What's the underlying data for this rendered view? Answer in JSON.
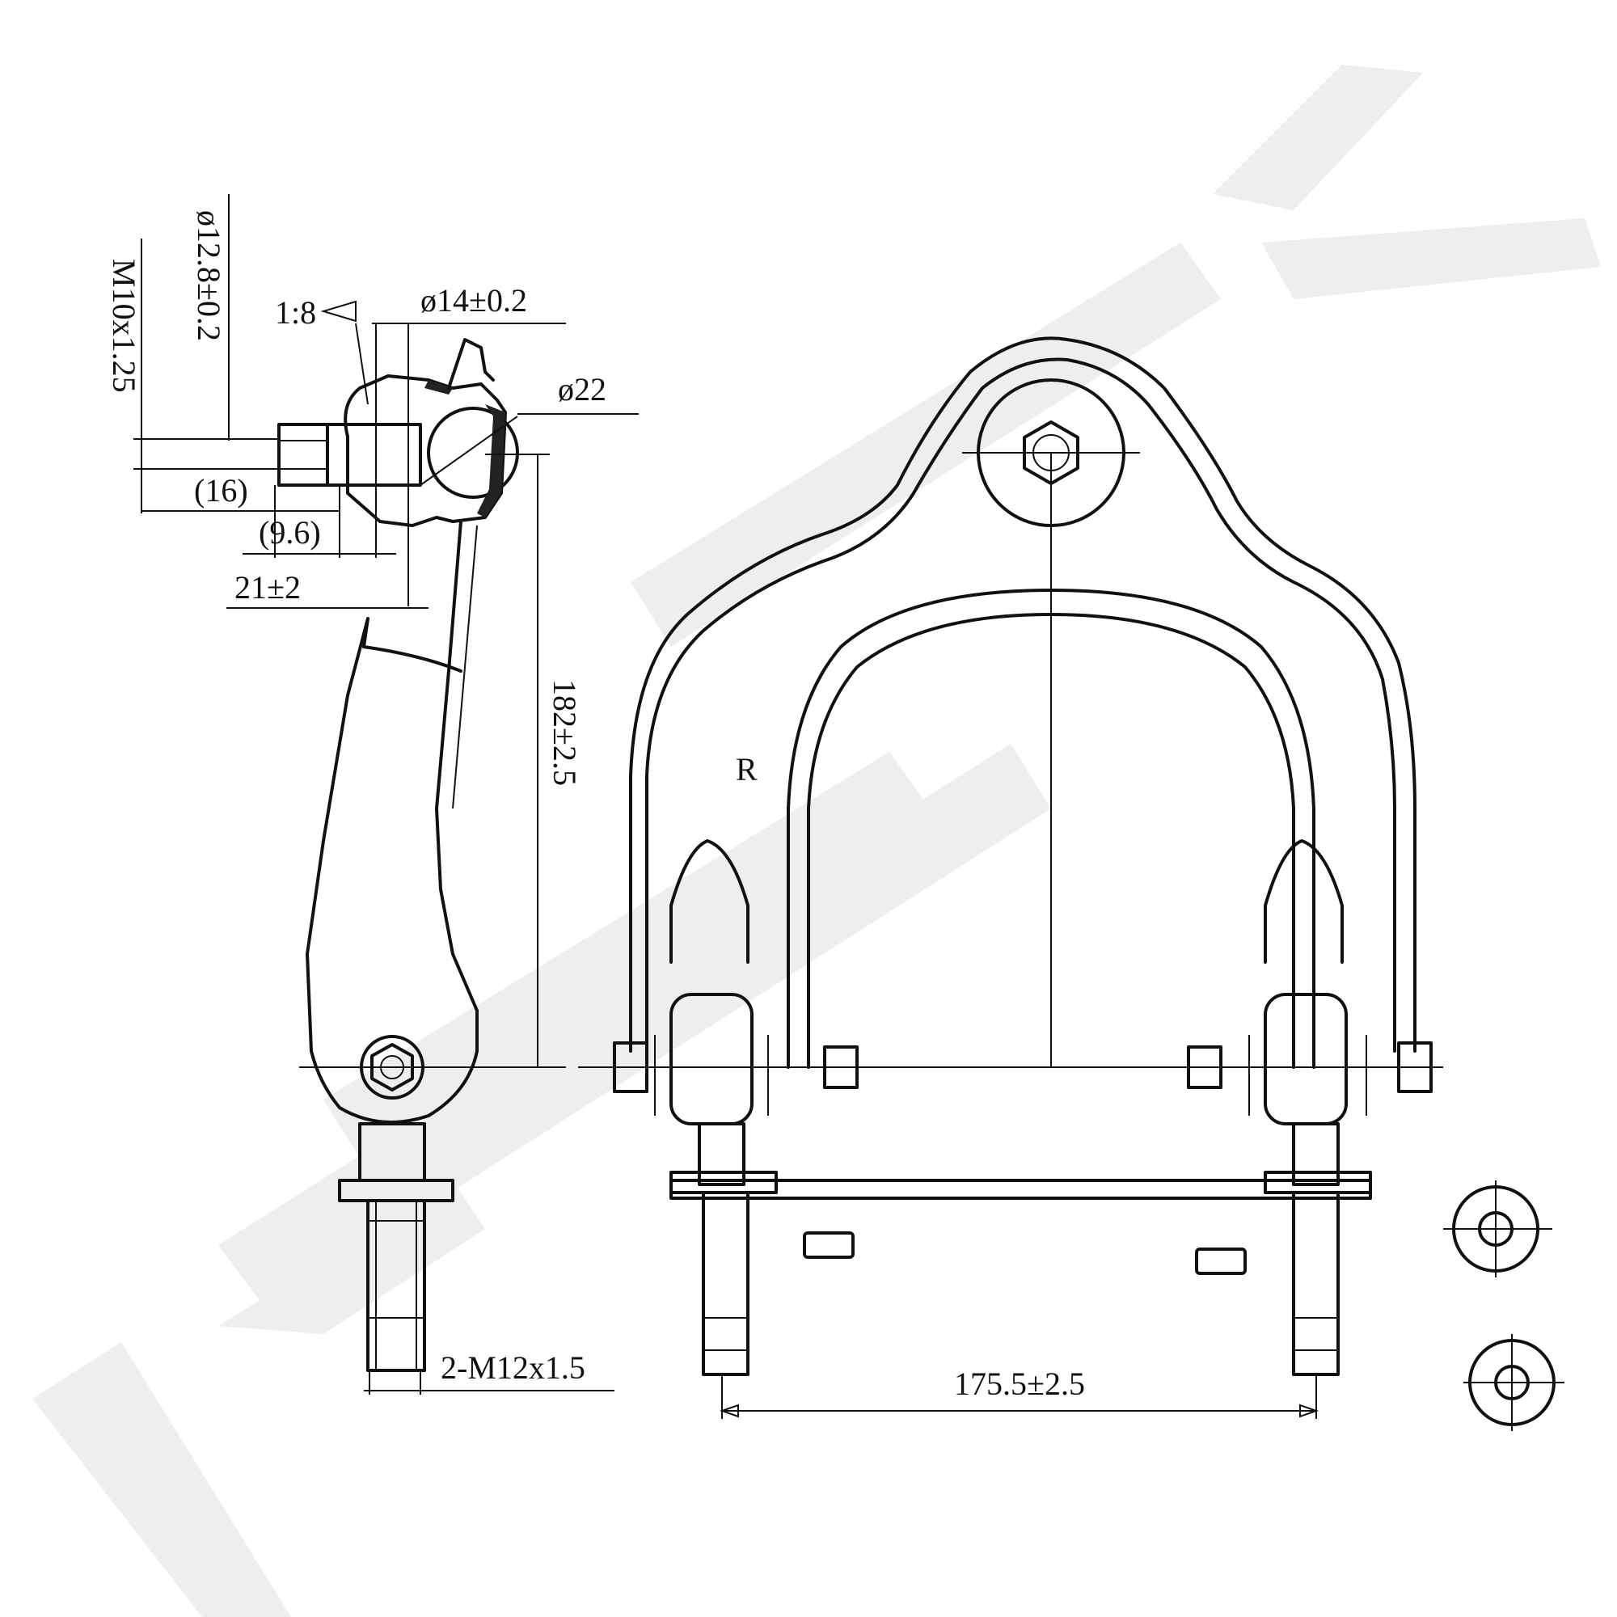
{
  "watermark": {
    "text": "ZENIIEK",
    "color": "#eeeeee"
  },
  "line_color": "#111111",
  "background": "#ffffff",
  "side_view": {
    "thread_label": "M10x1.25",
    "pin_diameter_label": "ø12.8±0.2",
    "taper_label": "1:8",
    "stud_diameter_label": "ø14±0.2",
    "ball_diameter_label": "ø22",
    "offset_16_label": "(16)",
    "offset_9_6_label": "(9.6)",
    "offset_21_label": "21±2",
    "height_label": "182±2.5",
    "bolt_thread_label": "2-M12x1.5"
  },
  "front_view": {
    "radius_label": "R",
    "span_label": "175.5±2.5"
  },
  "icons": [
    "washer-icon",
    "washer-icon",
    "nut-icon",
    "nut-icon"
  ]
}
